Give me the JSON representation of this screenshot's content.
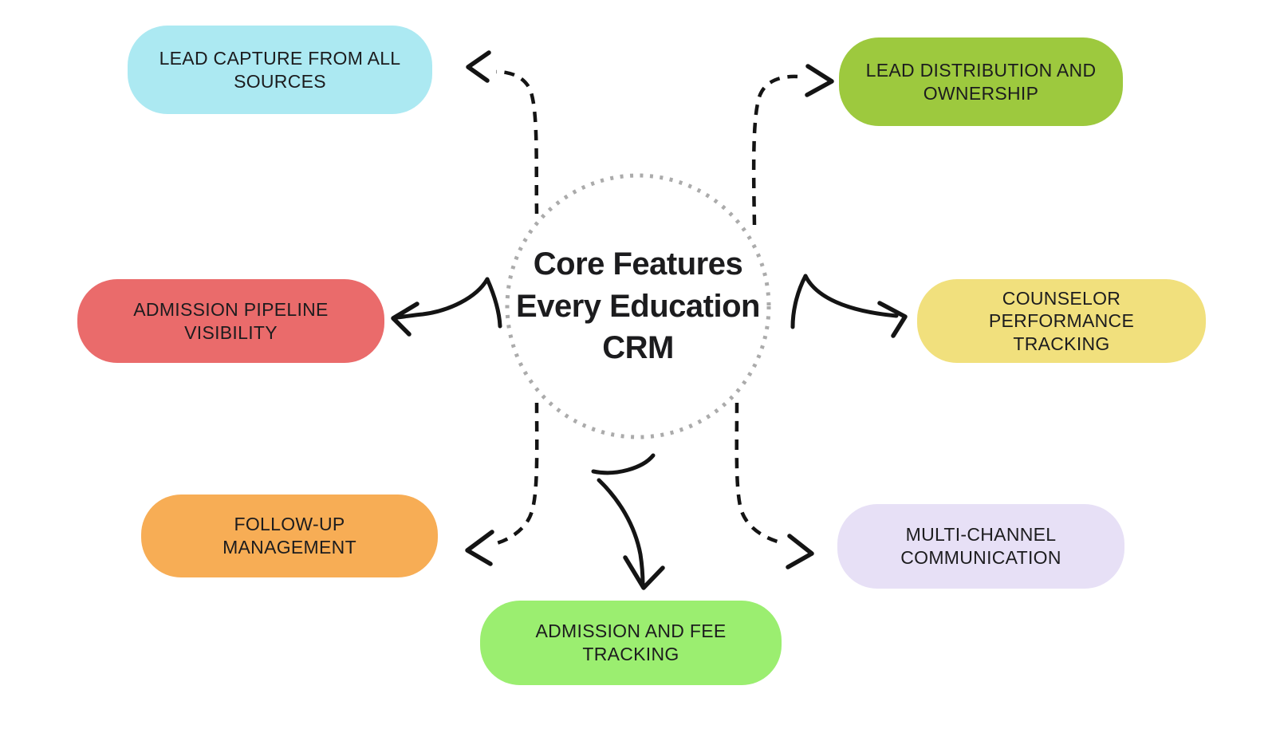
{
  "diagram": {
    "center": {
      "title": "Core Features\nEvery Education\nCRM"
    },
    "nodes": [
      {
        "id": "lead-capture-from-all-sources",
        "label": "LEAD CAPTURE FROM ALL\nSOURCES",
        "color": "#ace9f2",
        "position": "top-left"
      },
      {
        "id": "lead-distribution-and-ownership",
        "label": "LEAD DISTRIBUTION AND\nOWNERSHIP",
        "color": "#9dc93e",
        "position": "top-right"
      },
      {
        "id": "admission-pipeline-visibility",
        "label": "ADMISSION PIPELINE\nVISIBILITY",
        "color": "#ea6b6b",
        "position": "middle-left"
      },
      {
        "id": "counselor-performance-tracking",
        "label": "COUNSELOR PERFORMANCE\nTRACKING",
        "color": "#f1e07d",
        "position": "middle-right"
      },
      {
        "id": "follow-up-management",
        "label": "FOLLOW-UP\nMANAGEMENT",
        "color": "#f7ad55",
        "position": "bottom-left"
      },
      {
        "id": "admission-and-fee-tracking",
        "label": "ADMISSION AND FEE\nTRACKING",
        "color": "#9bee70",
        "position": "bottom-center"
      },
      {
        "id": "multi-channel-communication",
        "label": "MULTI-CHANNEL\nCOMMUNICATION",
        "color": "#e7e0f6",
        "position": "bottom-right"
      }
    ],
    "edges": [
      {
        "from": "center",
        "to": "lead-capture-from-all-sources",
        "style": "dashed"
      },
      {
        "from": "center",
        "to": "lead-distribution-and-ownership",
        "style": "dashed"
      },
      {
        "from": "center",
        "to": "admission-pipeline-visibility",
        "style": "solid"
      },
      {
        "from": "center",
        "to": "counselor-performance-tracking",
        "style": "solid"
      },
      {
        "from": "center",
        "to": "follow-up-management",
        "style": "dashed"
      },
      {
        "from": "center",
        "to": "admission-and-fee-tracking",
        "style": "solid"
      },
      {
        "from": "center",
        "to": "multi-channel-communication",
        "style": "dashed"
      }
    ]
  },
  "colors": {
    "background": "#ffffff",
    "text": "#1c1c1e",
    "arrow": "#141414",
    "circle_dot": "#ababab"
  }
}
